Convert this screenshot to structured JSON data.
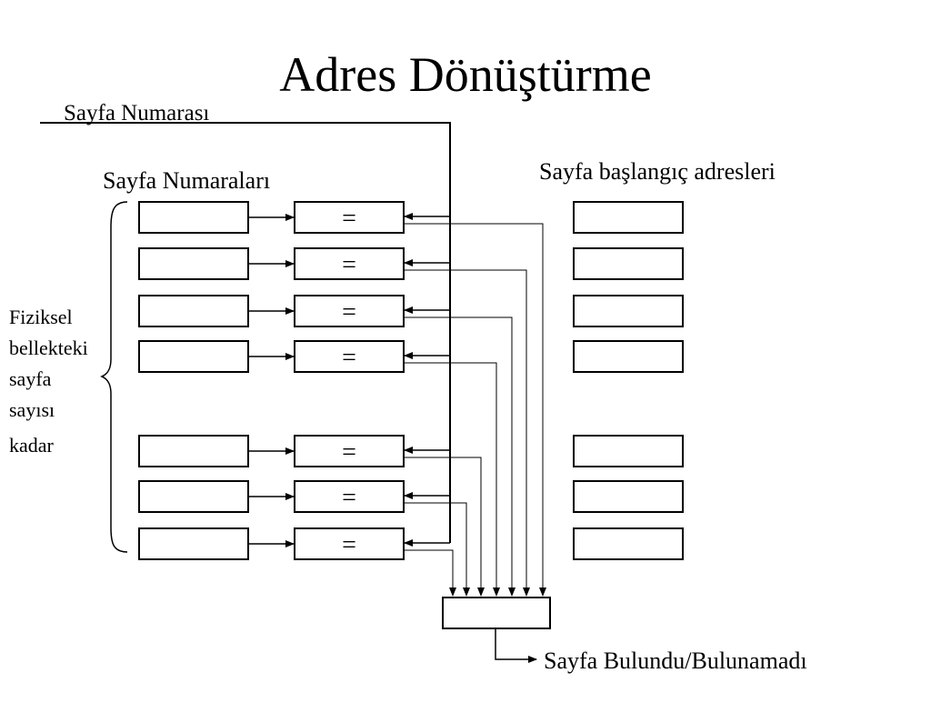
{
  "title": "Adres Dönüştürme",
  "labels": {
    "page_number_input": "Sayfa Numarası",
    "page_numbers_column": "Sayfa Numaraları",
    "page_start_addresses_column": "Sayfa başlangıç adresleri",
    "output": "Sayfa Bulundu/Bulunamadı"
  },
  "brace_label_lines": [
    "Fiziksel",
    "bellekteki",
    "sayfa",
    "sayısı",
    "kadar"
  ],
  "comparator_symbol": "=",
  "row_count": 7
}
